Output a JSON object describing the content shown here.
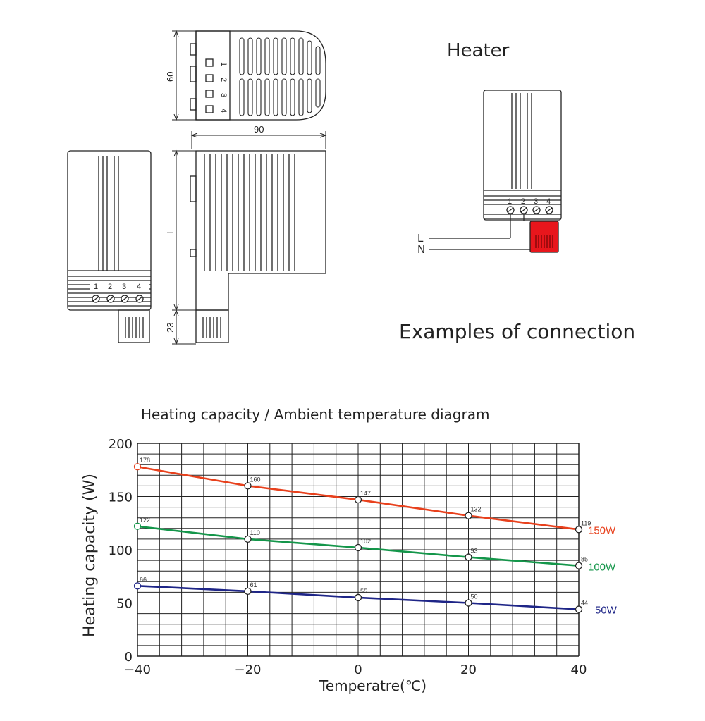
{
  "drawing": {
    "dimensions": {
      "height": "60",
      "width": "90",
      "length": "L",
      "bottom": "23"
    },
    "terminals": [
      "1",
      "2",
      "3",
      "4"
    ]
  },
  "wiring": {
    "title": "Heater",
    "line_label": "L",
    "neutral_label": "N",
    "caption": "Examples of connection",
    "switch_color": "#e8161c"
  },
  "chart_data": {
    "type": "line",
    "title": "Heating capacity / Ambient temperature diagram",
    "xlabel": "Temperatre(℃)",
    "ylabel": "Heating capacity (W)",
    "xlim": [
      -40,
      40
    ],
    "ylim": [
      0,
      200
    ],
    "xticks": [
      -40,
      -20,
      0,
      20,
      40
    ],
    "xtick_labels": [
      "−40",
      "−20",
      "0",
      "20",
      "40"
    ],
    "yticks": [
      0,
      50,
      100,
      150,
      200
    ],
    "grid": true,
    "x": [
      -40,
      -20,
      0,
      20,
      40
    ],
    "series": [
      {
        "name": "150W",
        "color": "#e8401c",
        "values": [
          178,
          160,
          147,
          132,
          119
        ]
      },
      {
        "name": "100W",
        "color": "#14964a",
        "values": [
          122,
          110,
          102,
          93,
          85
        ]
      },
      {
        "name": "50W",
        "color": "#1e2587",
        "values": [
          66,
          61,
          55,
          50,
          44
        ]
      }
    ]
  }
}
